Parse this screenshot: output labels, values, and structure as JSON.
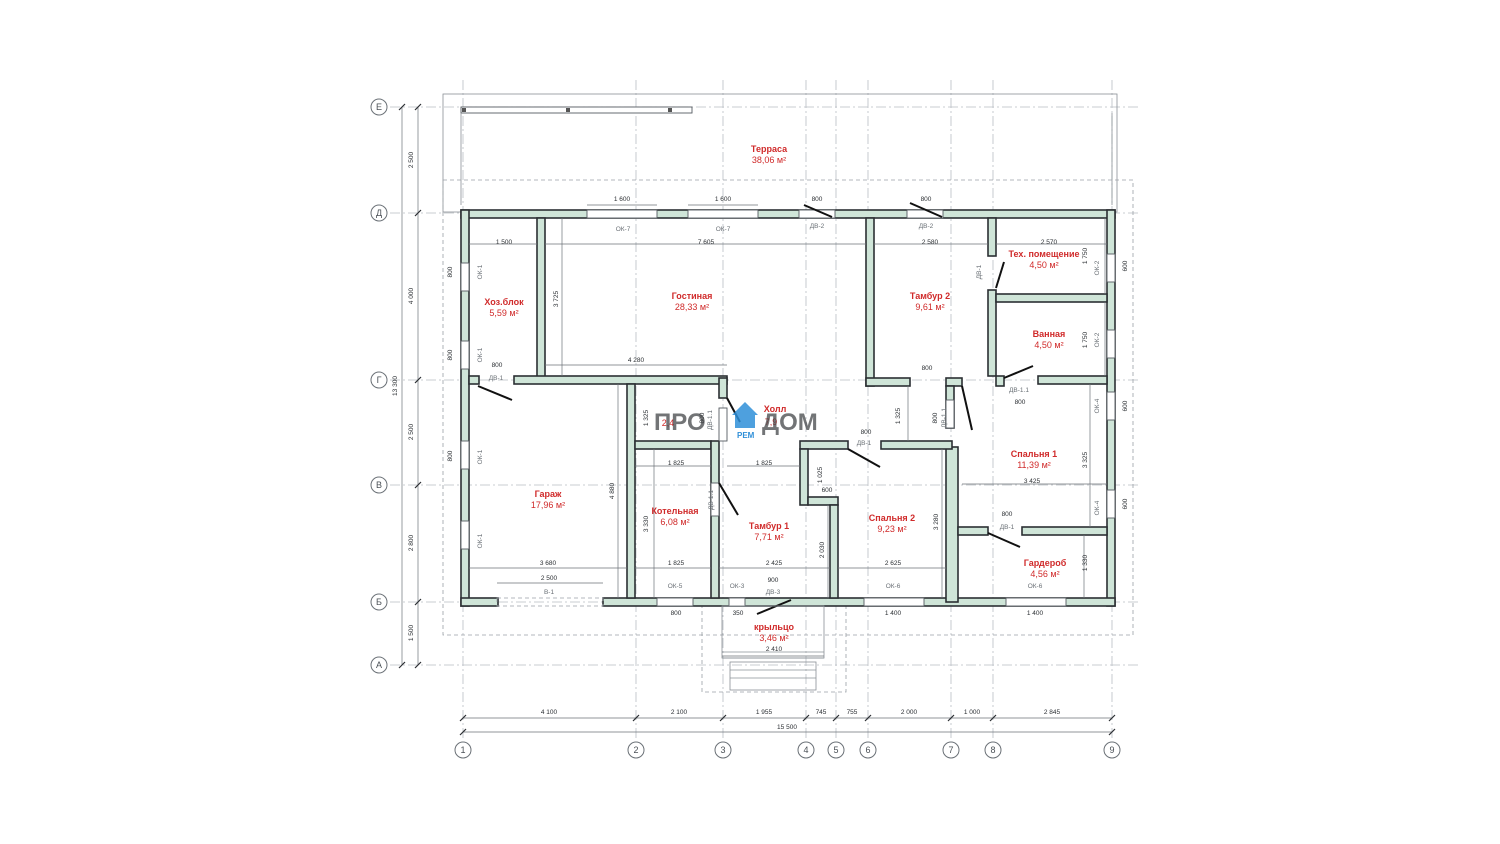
{
  "logo": {
    "left": "ПРО",
    "right": "ДОМ",
    "sub": "РЕМ"
  },
  "rooms": [
    {
      "id": "terrace",
      "name": "Терраса",
      "area": "38,06 м²"
    },
    {
      "id": "hoz",
      "name": "Хоз.блок",
      "area": "5,59 м²"
    },
    {
      "id": "living",
      "name": "Гостиная",
      "area": "28,33 м²"
    },
    {
      "id": "tambur2",
      "name": "Тамбур 2",
      "area": "9,61 м²"
    },
    {
      "id": "tech",
      "name": "Тех. помещение",
      "area": "4,50 м²"
    },
    {
      "id": "bath",
      "name": "Ванная",
      "area": "4,50 м²"
    },
    {
      "id": "hall",
      "name": "Холл",
      "area": "7,9"
    },
    {
      "id": "small",
      "name": "",
      "area": "2,4"
    },
    {
      "id": "garage",
      "name": "Гараж",
      "area": "17,96 м²"
    },
    {
      "id": "boiler",
      "name": "Котельная",
      "area": "6,08 м²"
    },
    {
      "id": "tambur1",
      "name": "Тамбур 1",
      "area": "7,71 м²"
    },
    {
      "id": "bed2",
      "name": "Спальня 2",
      "area": "9,23 м²"
    },
    {
      "id": "bed1",
      "name": "Спальня 1",
      "area": "11,39 м²"
    },
    {
      "id": "wardrobe",
      "name": "Гардероб",
      "area": "4,56 м²"
    },
    {
      "id": "porch",
      "name": "крыльцо",
      "area": "3,46 м²"
    }
  ],
  "axes": {
    "columns": [
      "1",
      "2",
      "3",
      "4",
      "5",
      "6",
      "7",
      "8",
      "9"
    ],
    "rows": [
      "Е",
      "Д",
      "Г",
      "В",
      "Б",
      "А"
    ]
  },
  "dims": {
    "bottom": [
      "4 100",
      "2 100",
      "1 955",
      "745",
      "755",
      "2 000",
      "1 000",
      "2 845"
    ],
    "total": "15 500",
    "left": [
      "2 500",
      "4 000",
      "2 500",
      "2 800",
      "1 500"
    ],
    "left_total": "13 300",
    "inner": [
      "1 600",
      "1 600",
      "800",
      "800",
      "1 500",
      "7 605",
      "2 580",
      "2 570",
      "3 725",
      "4 280",
      "800",
      "800",
      "1 750",
      "1 750",
      "1 325",
      "800",
      "1 325",
      "800",
      "800",
      "1 825",
      "1 825",
      "4 880",
      "3 330",
      "1 025",
      "600",
      "3 280",
      "3 325",
      "3 425",
      "800",
      "1 825",
      "2 425",
      "2 030",
      "2 625",
      "1 330",
      "3 680",
      "2 500",
      "900",
      "350",
      "800",
      "1 400",
      "1 400",
      "2 410",
      "800",
      "800",
      "800",
      "800",
      "600",
      "600",
      "600"
    ]
  },
  "tags": [
    "ОК-7",
    "ОК-7",
    "ДВ-2",
    "ДВ-2",
    "ОК-1",
    "ОК-1",
    "ДВ-1",
    "ДВ-1",
    "ОК-2",
    "ОК-2",
    "ДВ-1",
    "ДВ-1.1",
    "ДВ-1.1",
    "ДВ-1",
    "ДВ-1.1",
    "ОК-4",
    "ОК-1",
    "ОК-1",
    "ДВ-1.1",
    "ДВ-1",
    "ОК-4",
    "В-1",
    "ОК-5",
    "ОК-3",
    "ДВ-3",
    "ОК-6",
    "ОК-6"
  ],
  "colors": {
    "wall": "#cfe5d8",
    "room_label": "#d02a2a",
    "logo_blue": "#2f8fd8"
  }
}
